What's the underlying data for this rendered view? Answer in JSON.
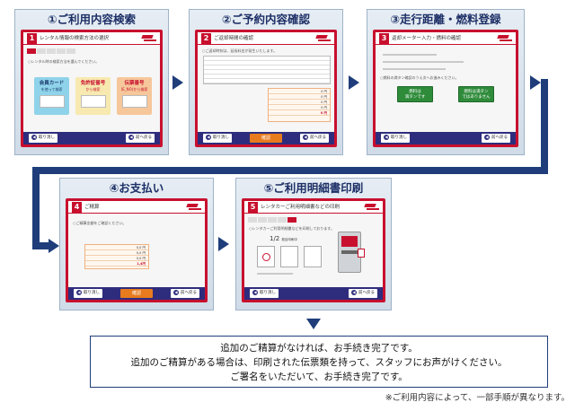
{
  "steps": [
    {
      "title": "①ご利用内容検索",
      "screen_num": "1",
      "screen_title": "レンタル情報の検索方法の選択",
      "note": "○レンタル時の検索方法を選んでください。",
      "cards": [
        {
          "title": "会員カード",
          "sub": "を使って検索"
        },
        {
          "title": "免許証番号",
          "sub": "から検索"
        },
        {
          "title": "伝票番号",
          "sub": "(E_NO)から検索"
        }
      ],
      "back": "取り消し",
      "next": "前へ戻る"
    },
    {
      "title": "②ご予約内容確認",
      "screen_num": "2",
      "screen_title": "ご返却時間の確認",
      "note": "○ご返却時刻は、延長料金が発生いたします。",
      "amounts": [
        "0 円",
        "0 円",
        "0 円",
        "0 円",
        "0 円",
        "0 円"
      ],
      "total": "0 円",
      "confirm": "確認",
      "back": "取り消し",
      "next": "前へ戻る"
    },
    {
      "title": "③走行距離・燃料登録",
      "screen_num": "3",
      "screen_title": "返却メーター入力・燃料の確認",
      "note": "○燃料の満タン確認のうえ次へお進みください。",
      "green_left": [
        "燃料は",
        "満タンです"
      ],
      "green_right": [
        "燃料は満タン",
        "ではありません"
      ],
      "back": "取り消し",
      "next": "前へ戻る"
    },
    {
      "title": "④お支払い",
      "screen_num": "4",
      "screen_title": "ご精算",
      "note": "○ご精算金額をご確認ください。",
      "amounts": [
        "0,0 円",
        "0,0 円",
        "0,0 円"
      ],
      "total": "1,4円",
      "confirm": "確認",
      "back": "取り消し",
      "next": "前へ戻る"
    },
    {
      "title": "⑤ご利用明細書印刷",
      "screen_num": "5",
      "screen_title": "レンタカーご利用明細書などの印刷",
      "note": "○レンタカーご利用明細書などを印刷しております。",
      "page_count": "1/2",
      "page_note": "枚目印刷中",
      "back": "取り消し",
      "next": "前へ戻る"
    }
  ],
  "message": {
    "line1": "追加のご精算がなければ、お手続き完了です。",
    "line2": "追加のご精算がある場合は、印刷された伝票類を持って、スタッフにお声がけください。",
    "line3": "ご署名をいただいて、お手続き完了です。"
  },
  "footnote": "※ご利用内容によって、一部手順が異なります。",
  "colors": {
    "accent": "#c8102e",
    "navy": "#2e2d7d",
    "arrow": "#1f3d7a",
    "confirm": "#e87b1e",
    "green": "#2e8b3a"
  }
}
